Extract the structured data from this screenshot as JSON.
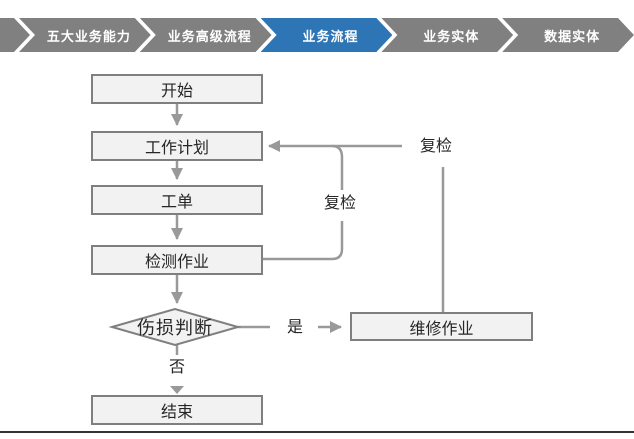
{
  "nav": {
    "items": [
      {
        "label": "五大业务能力",
        "active": false
      },
      {
        "label": "业务高级流程",
        "active": false
      },
      {
        "label": "业务流程",
        "active": true
      },
      {
        "label": "业务实体",
        "active": false
      },
      {
        "label": "数据实体",
        "active": false
      }
    ],
    "active_color": "#2e75b6",
    "inactive_color": "#808080",
    "text_color": "#ffffff"
  },
  "flowchart": {
    "nodes": {
      "start": "开始",
      "work_plan": "工作计划",
      "work_order": "工单",
      "inspection_job": "检测作业",
      "damage_decision": "伤损判断",
      "repair_job": "维修作业",
      "end": "结束"
    },
    "edge_labels": {
      "recheck_from_inspection": "复检",
      "recheck_from_repair": "复检",
      "yes": "是",
      "no": "否"
    },
    "colors": {
      "node_fill": "#f2f2f2",
      "node_border": "#7f7f7f",
      "connector": "#999999",
      "text": "#262626"
    }
  }
}
